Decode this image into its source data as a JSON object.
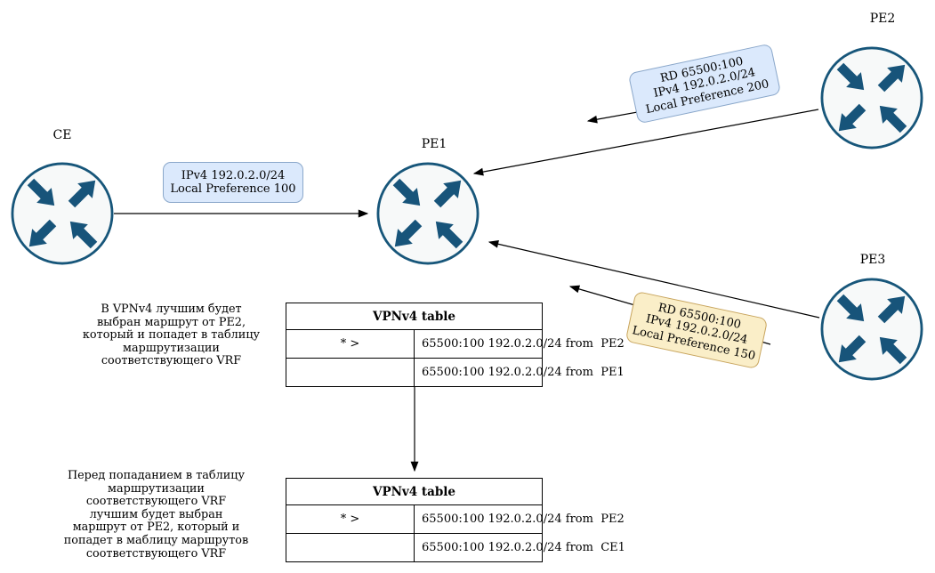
{
  "routers": {
    "ce": "CE",
    "pe1": "PE1",
    "pe2": "PE2",
    "pe3": "PE3"
  },
  "edge_labels": {
    "ce_pe1": {
      "lines": [
        "IPv4 192.0.2.0/24",
        "Local Preference 100"
      ]
    },
    "pe2_advert": {
      "lines": [
        "RD 65500:100",
        "IPv4 192.0.2.0/24",
        "Local Preference 200"
      ]
    },
    "pe3_advert": {
      "lines": [
        "RD 65500:100",
        "IPv4 192.0.2.0/24",
        "Local Preference 150"
      ]
    }
  },
  "notes": {
    "vpnv4_selection": "В VPNv4 лучшим будет\nвыбран маршрут от PE2,\nкоторый и попадет в таблицу\nмаршрутизации\nсоответствующего VRF",
    "vrf_selection": "Перед попаданием в таблицу\nмаршрутизации\nсоответствующего VRF\nлучшим будет выбран\nмаршрут от PE2, который и\nпопадет в маблицу маршрутов\nсоответствующего VRF"
  },
  "tables": {
    "top": {
      "title": "VPNv4 table",
      "rows": [
        {
          "flag": "* >",
          "route": "65500:100 192.0.2.0/24 from  PE2"
        },
        {
          "flag": "",
          "route": "65500:100 192.0.2.0/24 from  PE1"
        }
      ]
    },
    "bottom": {
      "title": "VPNv4 table",
      "rows": [
        {
          "flag": "* >",
          "route": "65500:100 192.0.2.0/24 from  PE2"
        },
        {
          "flag": "",
          "route": "65500:100 192.0.2.0/24 from  CE1"
        }
      ]
    }
  },
  "colors": {
    "router_stroke": "#17567a",
    "router_fill": "#f7f9f9",
    "label_blue_fill": "#dbe9fc",
    "label_blue_stroke": "#8aa7ca",
    "label_yellow_fill": "#faeec8",
    "label_yellow_stroke": "#c8a55e",
    "line": "#000000"
  }
}
